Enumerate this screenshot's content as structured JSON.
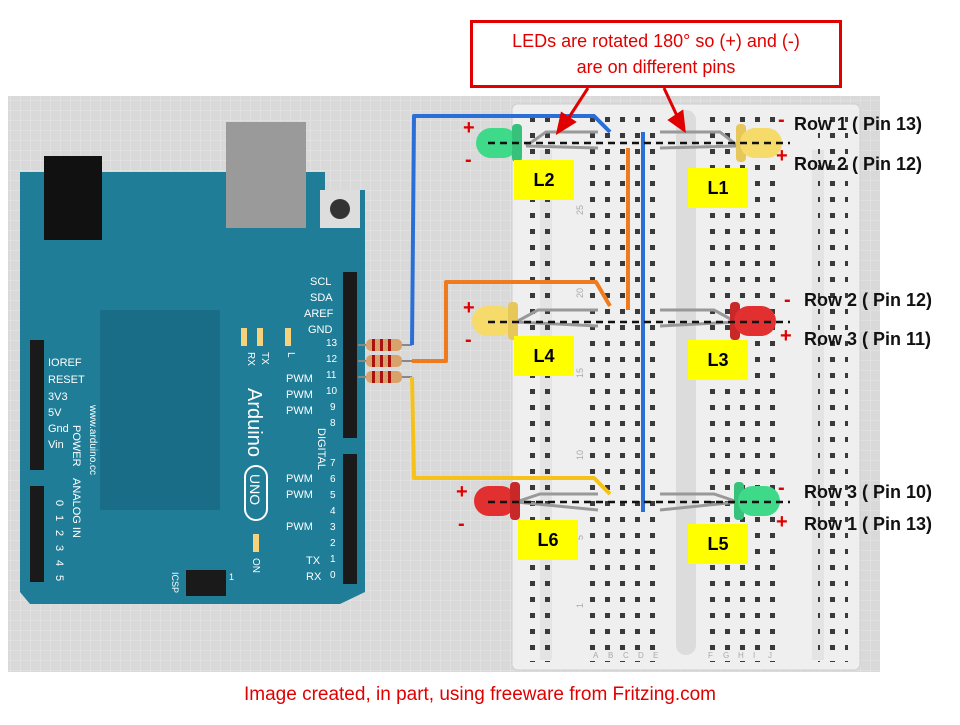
{
  "callout": {
    "line1": "LEDs are rotated 180° so (+) and (-)",
    "line2": "are on different pins"
  },
  "footer": "Image created, in part, using freeware from Fritzing.com",
  "board": {
    "brand": "Arduino",
    "model": "UNO",
    "website": "www.arduino.cc",
    "power_header": [
      "IOREF",
      "RESET",
      "3V3",
      "5V",
      "Gnd",
      "Vin"
    ],
    "power_label": "POWER",
    "analog_label": "ANALOG IN",
    "analog_numbers": [
      "0",
      "1",
      "2",
      "3",
      "4",
      "5"
    ],
    "top_labels": [
      "SCL",
      "SDA",
      "AREF",
      "GND"
    ],
    "pwm": "PWM",
    "digital": "DIGITAL",
    "tx": "TX",
    "rx": "RX",
    "l": "L",
    "on": "ON",
    "icsp": "ICSP",
    "one": "1",
    "pin_numbers_top": [
      "13",
      "12",
      "11",
      "10",
      "9",
      "8"
    ],
    "pin_numbers_bottom": [
      "7",
      "6",
      "5",
      "4",
      "3",
      "2",
      "1",
      "0"
    ]
  },
  "breadboard": {
    "row_numbers": [
      "25",
      "20",
      "15",
      "10",
      "5",
      "1"
    ],
    "column_letters_left": [
      "A",
      "B",
      "C",
      "D",
      "E"
    ],
    "column_letters_right": [
      "F",
      "G",
      "H",
      "I",
      "J"
    ]
  },
  "leds": [
    {
      "id": "L2",
      "label": "L2",
      "color": "#3fd98a"
    },
    {
      "id": "L1",
      "label": "L1",
      "color": "#f6da6a"
    },
    {
      "id": "L4",
      "label": "L4",
      "color": "#f6da6a"
    },
    {
      "id": "L3",
      "label": "L3",
      "color": "#e23030"
    },
    {
      "id": "L6",
      "label": "L6",
      "color": "#e23030"
    },
    {
      "id": "L5",
      "label": "L5",
      "color": "#3fd98a"
    }
  ],
  "row_labels": [
    "Row 1 ( Pin 13)",
    "Row 2 ( Pin 12)",
    "Row 2 ( Pin 12)",
    "Row 3 ( Pin 11)",
    "Row 3 ( Pin 10)",
    "Row 1 ( Pin 13)"
  ],
  "signs": {
    "plus": "+",
    "minus": "-"
  },
  "colors": {
    "board": "#1f7d98",
    "wire_blue": "#2b6fd6",
    "wire_orange": "#f07a1e",
    "wire_yellow": "#f5c21a",
    "accent_red": "#e00000"
  }
}
